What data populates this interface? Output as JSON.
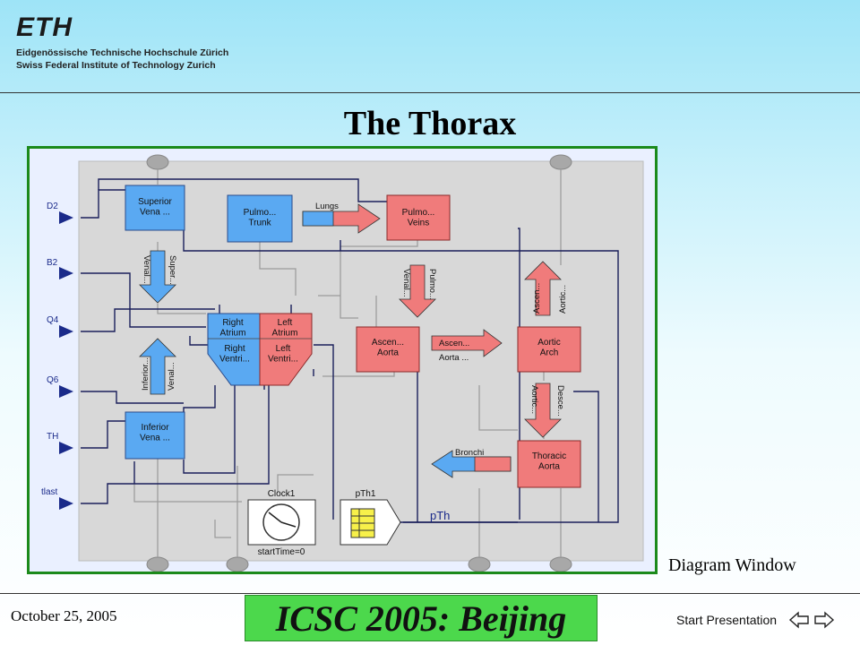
{
  "header": {
    "logo_mark": "ETH",
    "logo_line1": "Eidgenössische Technische Hochschule Zürich",
    "logo_line2": "Swiss Federal Institute of Technology Zurich"
  },
  "title": "The Thorax",
  "caption": "Diagram Window",
  "footer": {
    "date": "October 25, 2005",
    "banner": "ICSC 2005: Beijing",
    "start_presentation": "Start Presentation"
  },
  "diagram": {
    "inputs": [
      "D2",
      "B2",
      "Q4",
      "Q6",
      "TH",
      "tlast"
    ],
    "blocks": {
      "superior_vena": "Superior\nVena ...",
      "pulmo_trunk": "Pulmo...\nTrunk",
      "pulmo_veins": "Pulmo...\nVeins",
      "heart_right_atrium": "Right\nAtrium",
      "heart_left_atrium": "Left\nAtrium",
      "heart_right_ventri": "Right\nVentri...",
      "heart_left_ventri": "Left\nVentri...",
      "ascen_aorta": "Ascen...\nAorta",
      "aortic_arch": "Aortic\nArch",
      "inferior_vena": "Inferior\nVena ...",
      "thoracic_aorta": "Thoracic\nAorta",
      "clock": "Clock1",
      "clock_param": "startTime=0",
      "pth": "pTh1",
      "pth_out": "pTh"
    },
    "arrows": {
      "lungs": "Lungs",
      "venal_1": "Venal...",
      "super": "Super...",
      "venal_2": "Venal...",
      "pulmo": "Pulmo...",
      "inferior": "Inferior...",
      "venal_3": "Venal...",
      "ascen": "Ascen...",
      "aorta": "Aorta ...",
      "ascen_2": "Ascen...",
      "aortic_1": "Aortic...",
      "aortic_2": "Aortic...",
      "desce": "Desce...",
      "bronchi": "Bronchi"
    },
    "colors": {
      "blue_block": "#5aa9f2",
      "red_block": "#f07b7b",
      "frame": "#1b8a1b",
      "banner": "#4cd84c"
    }
  }
}
